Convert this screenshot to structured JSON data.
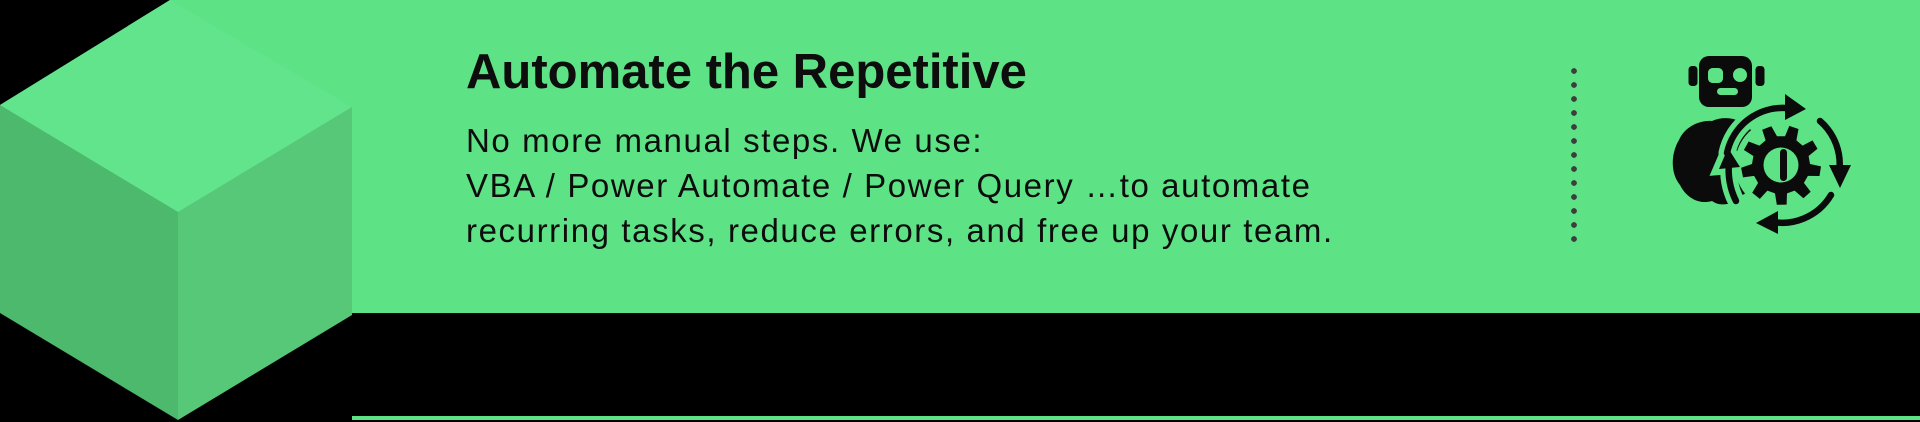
{
  "banner": {
    "title": "Automate the Repetitive",
    "description_line1": "No more manual steps. We use:",
    "description_line2": "VBA / Power Automate / Power Query …to automate",
    "description_line3": "recurring tasks, reduce errors, and free up your team."
  },
  "divider": {
    "dots_count": 13
  },
  "icons": {
    "right_icon": "robot-brain-gear-automation-icon",
    "left_graphic": "isometric-cube-graphic"
  },
  "colors": {
    "band": "#5de286",
    "cube_top": "#61e48b",
    "cube_left": "#4db96c",
    "cube_right": "#57c877",
    "background": "#000000",
    "text": "#0d0d0d",
    "dots": "#3d3d3d",
    "icon": "#0b0b0b"
  }
}
